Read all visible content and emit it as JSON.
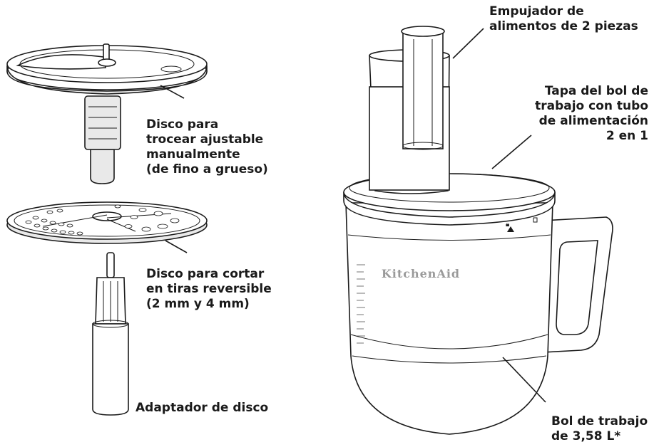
{
  "labels": {
    "disco_trocear": [
      "Disco para",
      "trocear ajustable",
      "manualmente",
      "(de fino a grueso)"
    ],
    "disco_cortar": [
      "Disco para cortar",
      "en tiras reversible",
      "(2 mm y 4 mm)"
    ],
    "adaptador": [
      "Adaptador de disco"
    ],
    "empujador": [
      "Empujador de",
      "alimentos de 2 piezas"
    ],
    "tapa": [
      "Tapa del bol de",
      "trabajo con tubo",
      "de alimentación",
      "2 en 1"
    ],
    "bol": [
      "Bol de trabajo",
      "de 3,58 L*"
    ]
  },
  "logo_text": "KitchenAid"
}
